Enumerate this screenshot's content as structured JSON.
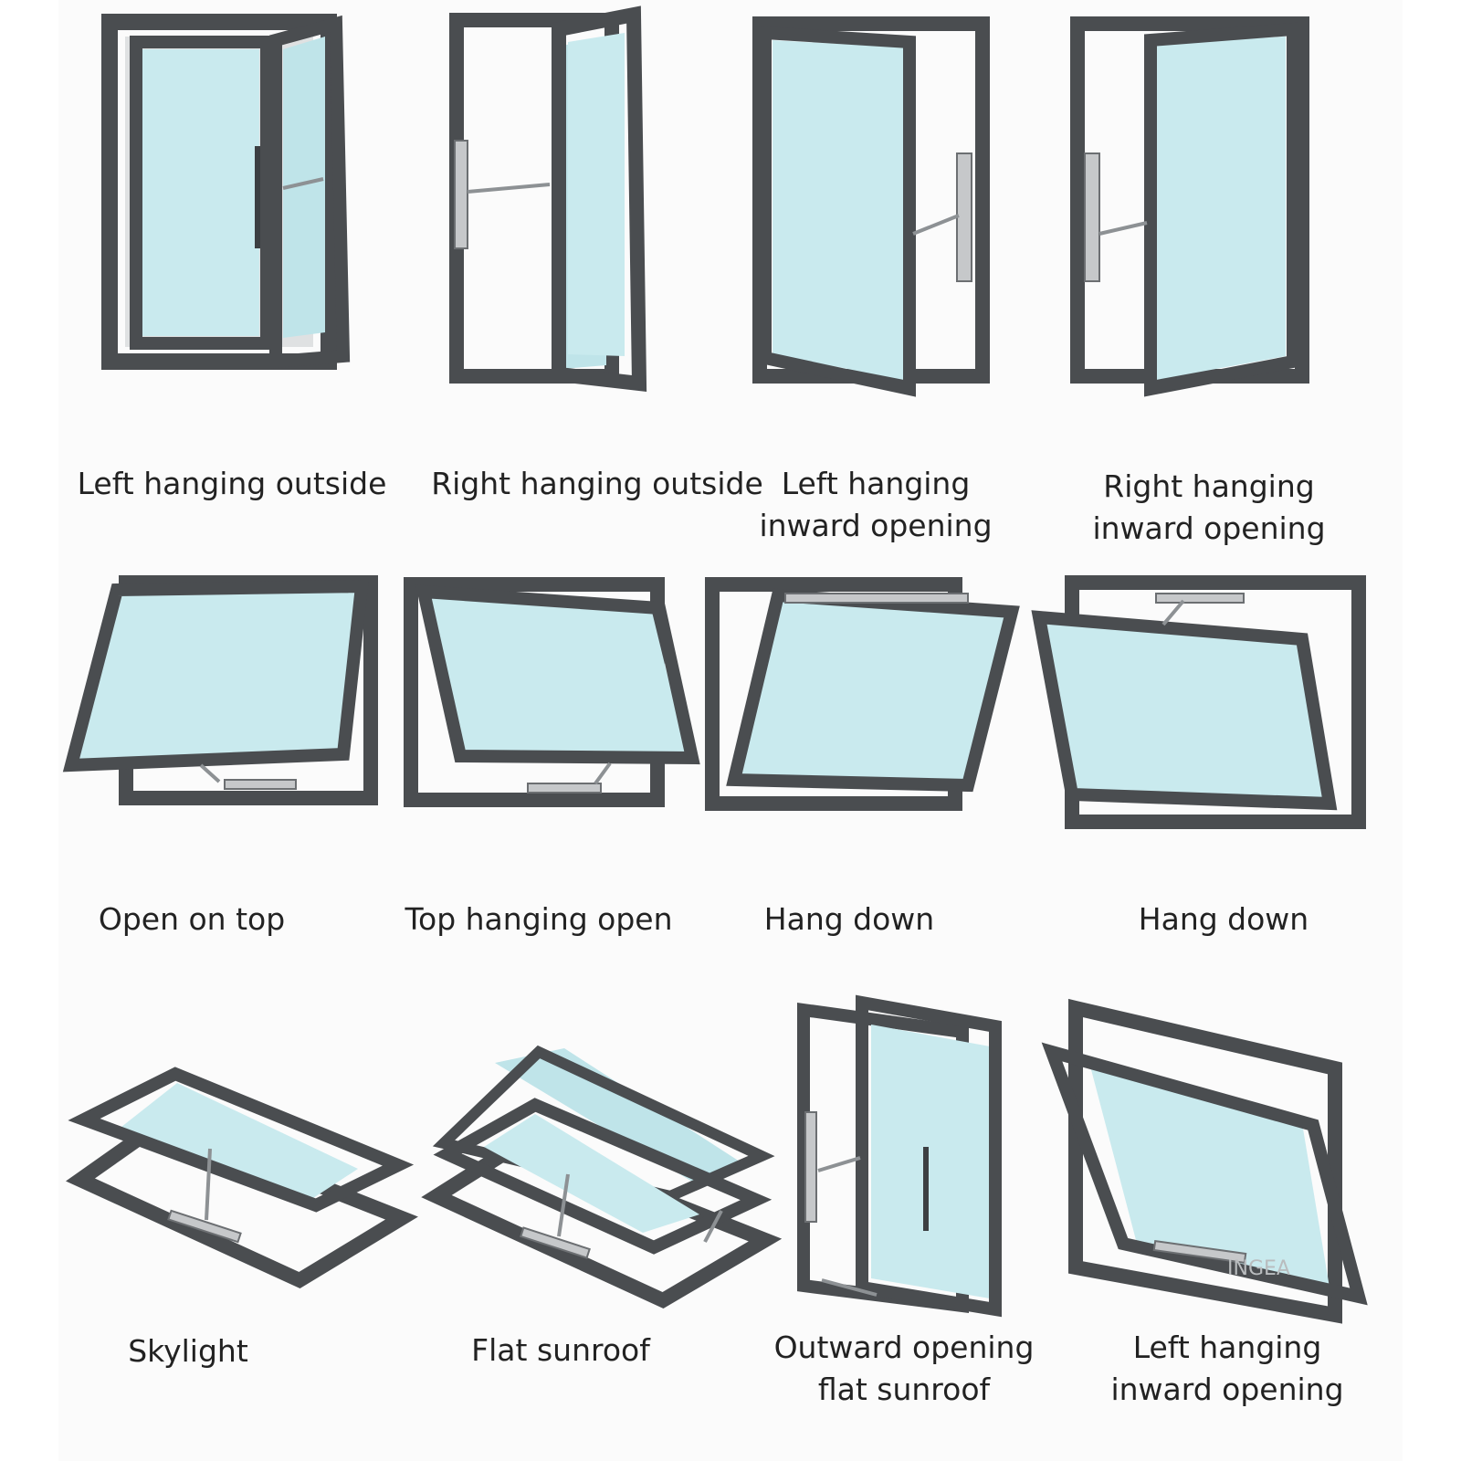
{
  "colors": {
    "frame": "#4a4d50",
    "glass": "#c9eaee",
    "hardware": "#c6c8ca",
    "text": "#222222",
    "background": "#fbfbfb"
  },
  "window_types": [
    {
      "id": "left-hanging-outside",
      "label": "Left hanging outside",
      "label2": "",
      "icon": "side-hung-window-icon"
    },
    {
      "id": "right-hanging-outside",
      "label": "Right hanging outside",
      "label2": "",
      "icon": "side-hung-window-icon"
    },
    {
      "id": "left-hanging-inward-opening",
      "label": "Left hanging",
      "label2": "inward opening",
      "icon": "inward-casement-window-icon"
    },
    {
      "id": "right-hanging-inward-opening",
      "label": "Right hanging",
      "label2": "inward opening",
      "icon": "inward-casement-window-icon"
    },
    {
      "id": "open-on-top",
      "label": "Open on top",
      "label2": "",
      "icon": "awning-window-icon"
    },
    {
      "id": "top-hanging-open",
      "label": "Top hanging open",
      "label2": "",
      "icon": "awning-window-icon"
    },
    {
      "id": "hang-down-1",
      "label": "Hang down",
      "label2": "",
      "icon": "hopper-window-icon"
    },
    {
      "id": "hang-down-2",
      "label": "Hang down",
      "label2": "",
      "icon": "hopper-window-icon"
    },
    {
      "id": "skylight",
      "label": "Skylight",
      "label2": "",
      "icon": "skylight-window-icon"
    },
    {
      "id": "flat-sunroof",
      "label": "Flat sunroof",
      "label2": "",
      "icon": "sunroof-window-icon"
    },
    {
      "id": "outward-opening-flat-sunroof",
      "label": "Outward opening",
      "label2": "flat sunroof",
      "icon": "parallel-opening-window-icon"
    },
    {
      "id": "left-hanging-inward-opening-2",
      "label": "Left hanging",
      "label2": "inward opening",
      "icon": "tilt-window-icon"
    }
  ],
  "watermark": "INGEA"
}
